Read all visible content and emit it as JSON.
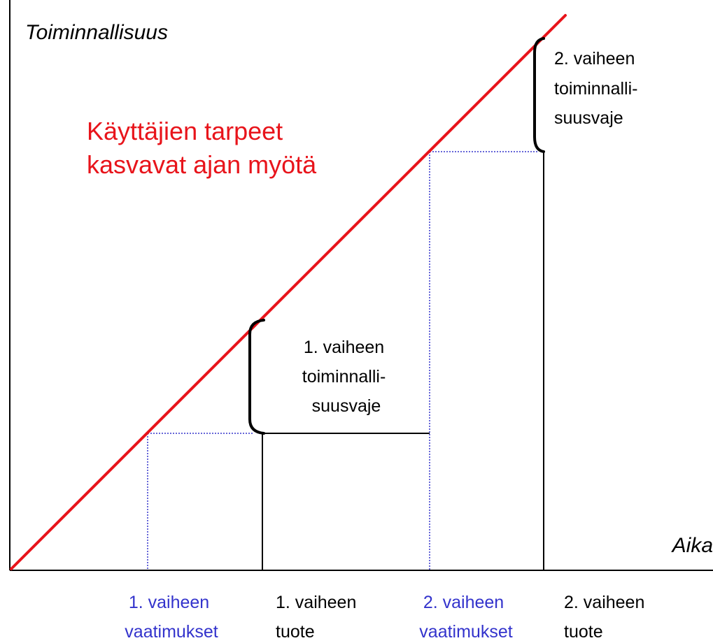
{
  "colors": {
    "axis": "#000000",
    "needs_line": "#e8141b",
    "requirement": "#3333cc",
    "product": "#000000",
    "annotation": "#e8141b"
  },
  "axes": {
    "y_title": "Toiminnallisuus",
    "x_title": "Aika"
  },
  "annotation": {
    "line1": "Käyttäjien tarpeet",
    "line2": "kasvavat ajan myötä"
  },
  "gap1": {
    "line1": "1. vaiheen",
    "line2": "toiminnalli-",
    "line3": "suusvaje"
  },
  "gap2": {
    "line1": "2. vaiheen",
    "line2": "toiminnalli-",
    "line3": "suusvaje"
  },
  "x_labels": [
    {
      "line1": "1. vaiheen",
      "line2": "vaatimukset",
      "kind": "requirement"
    },
    {
      "line1": "1. vaiheen",
      "line2": "tuote",
      "kind": "product"
    },
    {
      "line1": "2. vaiheen",
      "line2": "vaatimukset",
      "kind": "requirement"
    },
    {
      "line1": "2. vaiheen",
      "line2": "tuote",
      "kind": "product"
    }
  ]
}
